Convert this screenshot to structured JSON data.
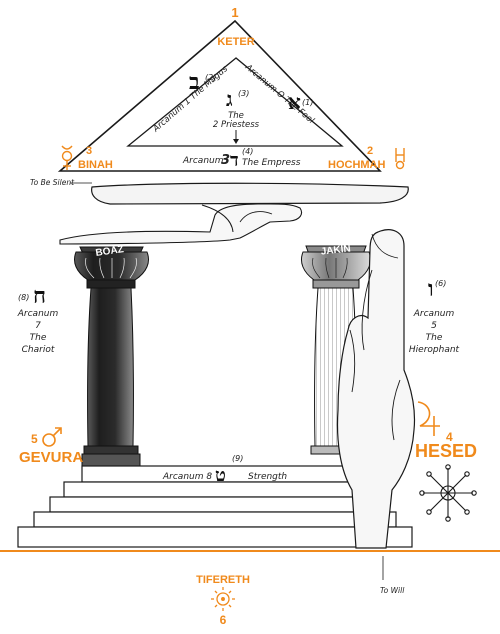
{
  "colors": {
    "accent": "#f08a1c",
    "ink": "#1a1a1a",
    "column_dark": "#3a3a3a",
    "column_light": "#9a9a9a",
    "hand_fill": "#f7f7f7"
  },
  "numbers": {
    "keter": "1",
    "hochmah": "2",
    "binah": "3",
    "hesed": "4",
    "gevura": "5",
    "tifereth": "6"
  },
  "sephiroth": {
    "keter": "KETER",
    "binah": "BINAH",
    "hochmah": "HOCHMAH",
    "gevura": "GEVURA",
    "hesed": "HESED",
    "tifereth": "TIFERETH"
  },
  "arcana": {
    "fool": "Arcanum O The Fool",
    "fool_num": "(1)",
    "magus": "Arcanum 1 The Magus",
    "magus_num": "(2)",
    "priestess_num": "(3)",
    "priestess": "The",
    "priestess2": "2 Priestess",
    "empress_prefix": "Arcanum",
    "empress_num_big": "3",
    "empress_num": "(4)",
    "empress_name": "The Empress",
    "hierophant_num": "(6)",
    "hierophant_l1": "Arcanum",
    "hierophant_l2": "5",
    "hierophant_l3": "The",
    "hierophant_l4": "Hierophant",
    "chariot_num": "(8)",
    "chariot_l1": "Arcanum",
    "chariot_l2": "7",
    "chariot_l3": "The",
    "chariot_l4": "Chariot",
    "strength_prefix": "Arcanum 8",
    "strength_num": "(9)",
    "strength_name": "Strength"
  },
  "hebrew": {
    "aleph": "א",
    "beth": "ב",
    "gimel": "ג",
    "daleth": "ד",
    "vav": "ו",
    "heth": "ח",
    "teth": "ט"
  },
  "pillars": {
    "left": "BOAZ",
    "right": "JAKIN"
  },
  "notes": {
    "silent": "To Be Silent",
    "will": "To Will"
  },
  "icons": [
    "mercury-symbol",
    "uranus-symbol",
    "mars-symbol",
    "jupiter-symbol",
    "sun-symbol",
    "snowflake-talisman"
  ]
}
